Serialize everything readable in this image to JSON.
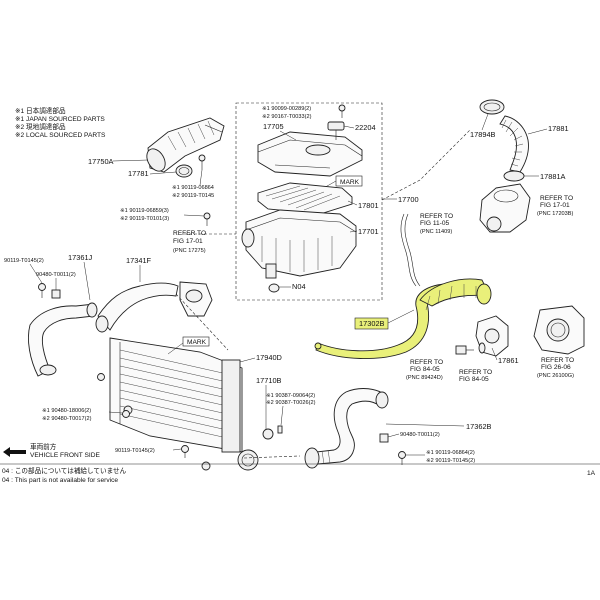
{
  "legend": {
    "line1": "※1 日本調達部品",
    "line2": "※1 JAPAN SOURCED PARTS",
    "line3": "※2 現地調達部品",
    "line4": "※2 LOCAL SOURCED PARTS"
  },
  "parts": {
    "p17750A": "17750A",
    "p17781": "17781",
    "p90119_06864_a": "※1 90119-06864",
    "p90119_T0145_a": "※2 90119-T0145",
    "p90099_00289": "※1 90099-00289(2)",
    "p90167_T0033": "※2 90167-T0033(2)",
    "p17705": "17705",
    "p22204": "22204",
    "mark1": "MARK",
    "p17801": "17801",
    "p17701": "17701",
    "p17700": "17700",
    "p90119_06859": "※1 90119-06859(3)",
    "p90119_T0101": "※2 90119-T0101(3)",
    "ref17_01": "REFER TO",
    "ref17_01b": "FIG 17-01",
    "ref17_01c": "(PNC  17275)",
    "pN04": "N04",
    "ref11_05": "REFER TO",
    "ref11_05b": "FIG 11-05",
    "ref11_05c": "(PNC  11409)",
    "p17894B": "17894B",
    "p17881": "17881",
    "p17881A": "17881A",
    "ref17_01r": "REFER TO",
    "ref17_01rb": "FIG 17-01",
    "ref17_01rc": "(PNC  17203B)",
    "p90119_T0145_2": "90119-T0145(2)",
    "p17361J": "17361J",
    "p90480_T0011": "90480-T0011(2)",
    "p17341F": "17341F",
    "mark2": "MARK",
    "p17302B": "17302B",
    "p17940D": "17940D",
    "p17710B": "17710B",
    "p90387_09064": "※1 90387-09064(2)",
    "p90387_T0026": "※2 90387-T0026(2)",
    "p90480_18006": "※1 90480-18006(2)",
    "p90480_T0017": "※2 90480-T0017(2)",
    "p90119_T0145_3": "90119-T0145(2)",
    "p17861": "17861",
    "ref84_05a": "REFER TO",
    "ref84_05ab": "FIG 84-05",
    "ref84_05ac": "(PNC  89424D)",
    "ref84_05b": "REFER TO",
    "ref84_05bb": "FIG 84-05",
    "ref26_06": "REFER TO",
    "ref26_06b": "FIG 26-06",
    "ref26_06c": "(PNC  26100G)",
    "p17362B": "17362B",
    "p90480_T0011_b": "90480-T0011(2)",
    "p90119_06864_b": "※1 90119-06864(2)",
    "p90119_T0145_b": "※2 90119-T0145(2)"
  },
  "front": {
    "jp": "車両前方",
    "en": "VEHICLE FRONT SIDE"
  },
  "footnote": {
    "jp": "04 : この部品については補給していません",
    "en": "04 : This part is not available for service"
  },
  "corner": "1A"
}
